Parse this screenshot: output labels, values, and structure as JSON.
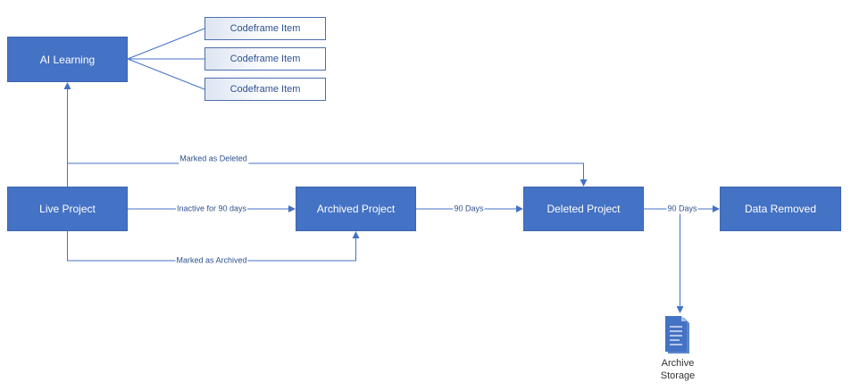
{
  "nodes": {
    "ai_learning": "AI Learning",
    "live_project": "Live Project",
    "archived_project": "Archived Project",
    "deleted_project": "Deleted Project",
    "data_removed": "Data Removed"
  },
  "codeframe_items": [
    "Codeframe Item",
    "Codeframe Item",
    "Codeframe Item"
  ],
  "edge_labels": {
    "marked_deleted": "Marked as Deleted",
    "inactive_90": "Inactive for 90 days",
    "marked_archived": "Marked as Archived",
    "days_90_a": "90 Days",
    "days_90_b": "90 Days"
  },
  "storage": {
    "line1": "Archive",
    "line2": "Storage",
    "icon": "document-stack-icon"
  },
  "colors": {
    "node_fill": "#4472c4",
    "line": "#4472c4",
    "label_text": "#2e528f"
  }
}
